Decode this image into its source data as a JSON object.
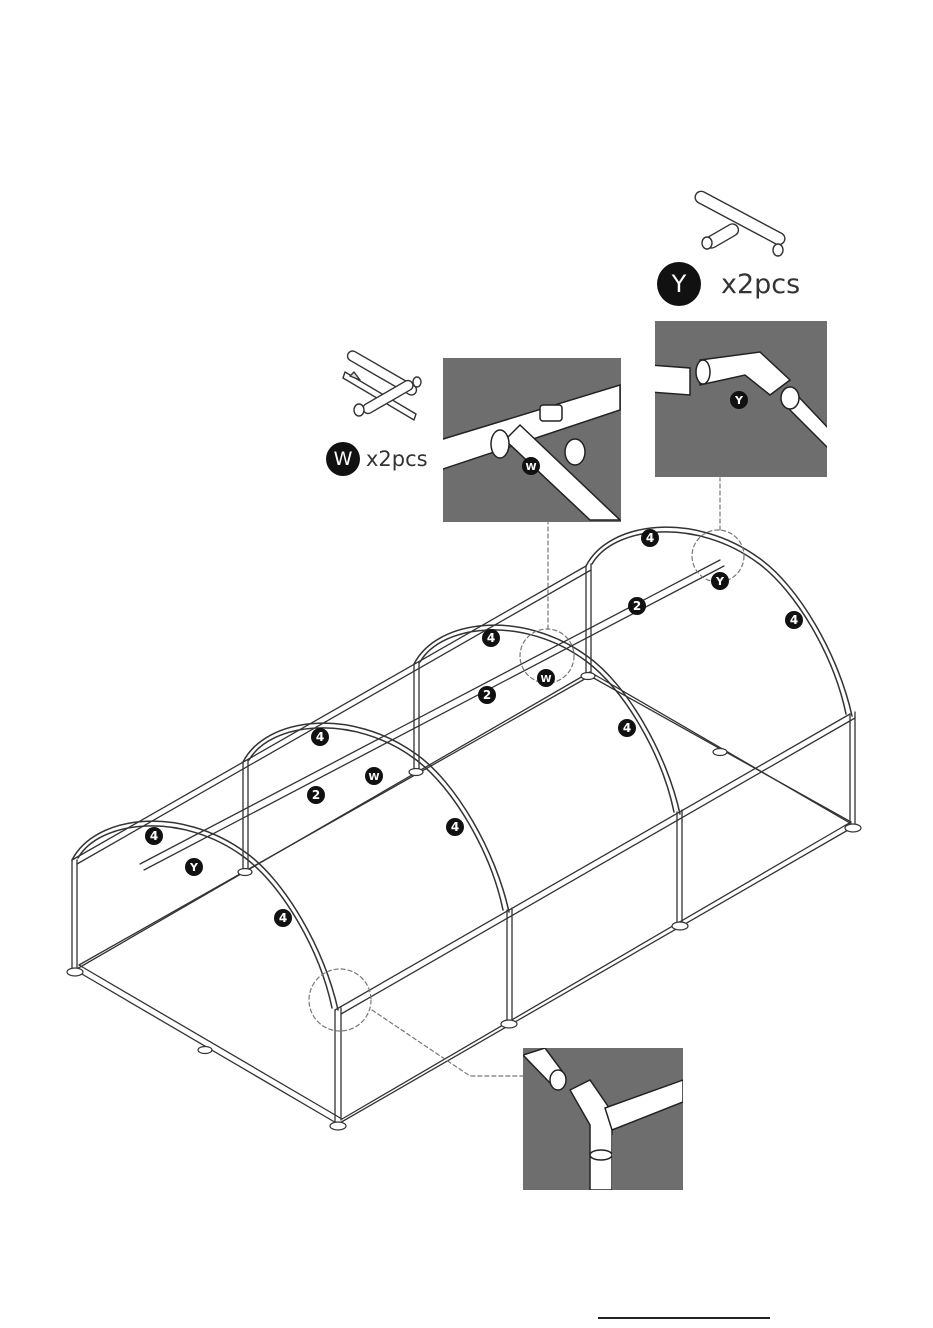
{
  "parts": {
    "W": {
      "badge": "W",
      "quantity": "x2pcs"
    },
    "Y": {
      "badge": "Y",
      "quantity": "x2pcs"
    }
  },
  "frame_labels": {
    "arch": "4",
    "ridge": "2",
    "W": "W",
    "Y": "Y"
  },
  "colors": {
    "detail_background": "#6e6e6e",
    "line": "#222222",
    "label_background": "#111111"
  },
  "icons": [
    "cross-connector-icon",
    "tee-connector-icon"
  ]
}
